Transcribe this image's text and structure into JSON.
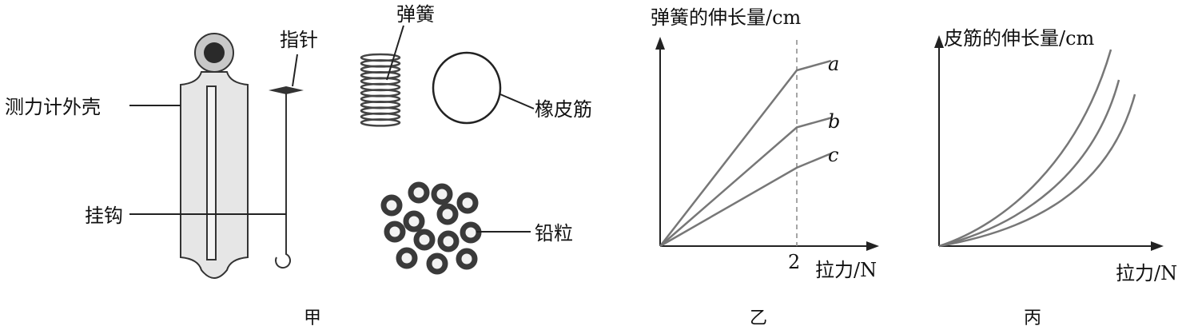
{
  "panel_jia": {
    "caption": "甲",
    "labels": {
      "pointer": "指针",
      "casing": "测力计外壳",
      "hook": "挂钩",
      "spring": "弹簧",
      "rubber_band": "橡皮筋",
      "lead_pellets": "铅粒"
    }
  },
  "panel_yi": {
    "caption": "乙",
    "ylabel": "弹簧的伸长量/cm",
    "xlabel": "拉力/N",
    "x_tick": "2",
    "curve_labels": [
      "a",
      "b",
      "c"
    ]
  },
  "panel_bing": {
    "caption": "丙",
    "ylabel": "皮筋的伸长量/cm",
    "xlabel": "拉力/N"
  },
  "chart_data": [
    {
      "type": "line",
      "panel": "乙",
      "x_ticks": [
        2
      ],
      "series": [
        {
          "name": "a",
          "x": [
            0,
            2,
            2.5
          ],
          "y": [
            0,
            7.4,
            7.8
          ]
        },
        {
          "name": "b",
          "x": [
            0,
            2,
            2.5
          ],
          "y": [
            0,
            5.0,
            5.4
          ]
        },
        {
          "name": "c",
          "x": [
            0,
            2,
            2.5
          ],
          "y": [
            0,
            3.3,
            3.9
          ]
        }
      ],
      "reference_line": {
        "x": 2,
        "style": "dashed"
      }
    },
    {
      "type": "line",
      "panel": "丙",
      "series": [
        {
          "values": "nonlinear-upper"
        },
        {
          "values": "nonlinear-middle"
        },
        {
          "values": "nonlinear-lower"
        }
      ]
    }
  ]
}
